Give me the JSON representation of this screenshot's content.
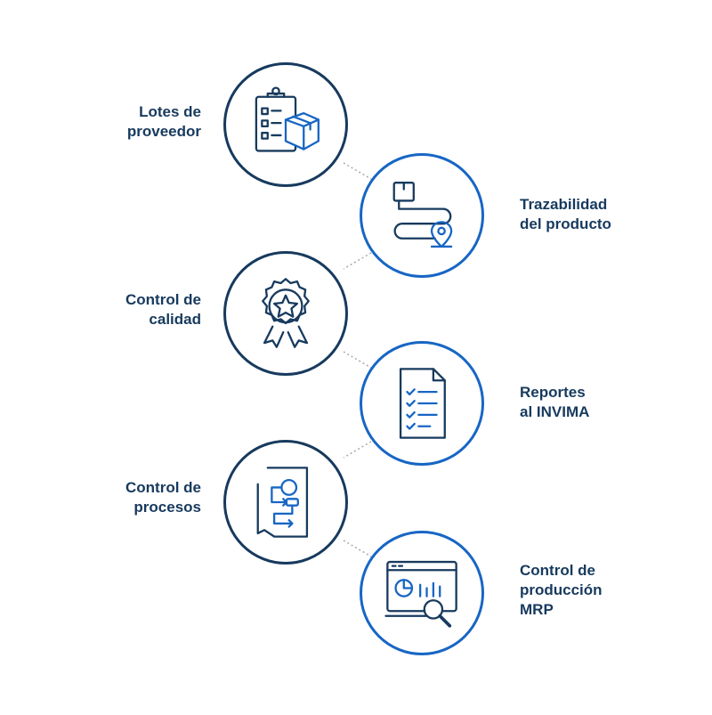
{
  "colors": {
    "navy": "#173a5e",
    "blue": "#1766c4",
    "dots": "#a9a9a9"
  },
  "steps": [
    {
      "label": "Lotes de\nproveedor",
      "icon": "clipboard-box-icon",
      "ring": "navy"
    },
    {
      "label": "Trazabilidad\ndel producto",
      "icon": "route-pin-icon",
      "ring": "blue"
    },
    {
      "label": "Control de\ncalidad",
      "icon": "award-badge-icon",
      "ring": "navy"
    },
    {
      "label": "Reportes\nal INVIMA",
      "icon": "checklist-document-icon",
      "ring": "blue"
    },
    {
      "label": "Control de\nprocesos",
      "icon": "process-flow-document-icon",
      "ring": "navy"
    },
    {
      "label": "Control de\nproducción\nMRP",
      "icon": "analytics-monitor-icon",
      "ring": "blue"
    }
  ]
}
